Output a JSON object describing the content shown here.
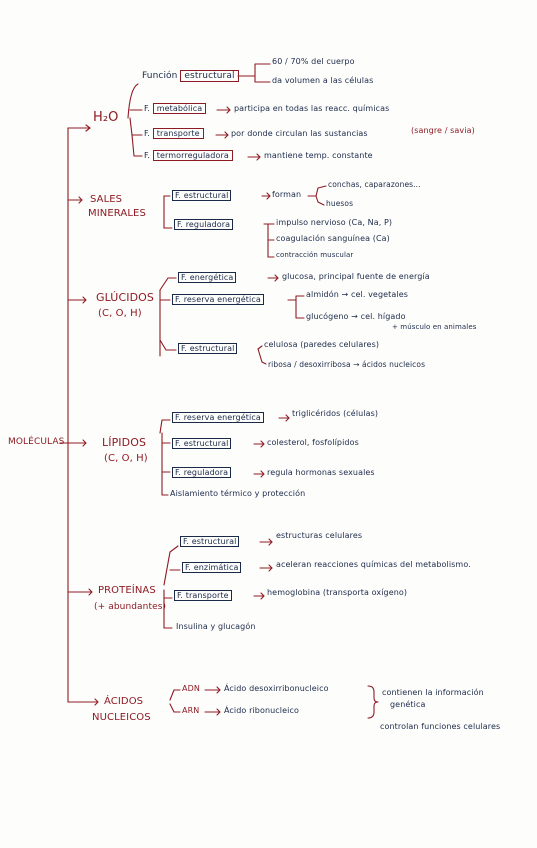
{
  "root": "MOLÉCULAS",
  "h2o": {
    "label": "H₂O",
    "estructural": {
      "prefix": "Función",
      "boxed": "estructural",
      "p1": "60 / 70% del cuerpo",
      "p2": "da volumen a las células"
    },
    "metabolica": {
      "prefix": "F.",
      "boxed": "metabólica",
      "desc": "participa en todas las reacc. químicas"
    },
    "transporte": {
      "prefix": "F.",
      "boxed": "transporte",
      "desc": "por donde circulan las sustancias",
      "extra": "(sangre / savia)"
    },
    "termo": {
      "prefix": "F.",
      "boxed": "termorreguladora",
      "desc": "mantiene temp. constante"
    }
  },
  "sales": {
    "label1": "SALES",
    "label2": "MINERALES",
    "estructural": {
      "label": "F. estructural",
      "arrow": "forman",
      "p1": "conchas, caparazones...",
      "p2": "huesos"
    },
    "reguladora": {
      "label": "F. reguladora",
      "p1": "impulso nervioso (Ca, Na, P)",
      "p2": "coagulación sanguínea (Ca)",
      "p3": "contracción muscular"
    }
  },
  "glucidos": {
    "label1": "GLÚCIDOS",
    "label2": "(C, O, H)",
    "energetica": {
      "label": "F. energética",
      "desc": "glucosa, principal fuente de energía"
    },
    "reserva": {
      "label": "F. reserva energética",
      "p1": "almidón → cel. vegetales",
      "p2": "glucógeno → cel. hígado",
      "p3": "+ músculo en animales"
    },
    "estructural": {
      "label": "F. estructural",
      "p1": "celulosa (paredes celulares)",
      "p2": "ribosa / desoxirribosa → ácidos nucleicos"
    }
  },
  "lipidos": {
    "label1": "LÍPIDOS",
    "label2": "(C, O, H)",
    "reserva": {
      "label": "F. reserva energética",
      "desc": "triglicéridos (células)"
    },
    "estructural": {
      "label": "F. estructural",
      "desc": "colesterol, fosfolípidos"
    },
    "reguladora": {
      "label": "F. reguladora",
      "desc": "regula hormonas sexuales"
    },
    "aislamiento": "Aislamiento térmico y protección"
  },
  "proteinas": {
    "label1": "PROTEÍNAS",
    "label2": "(+ abundantes)",
    "estructural": {
      "label": "F. estructural",
      "desc": "estructuras celulares"
    },
    "enzimatica": {
      "label": "F. enzimática",
      "desc": "aceleran reacciones químicas del metabolismo."
    },
    "transporte": {
      "label": "F. transporte",
      "desc": "hemoglobina (transporta oxígeno)"
    },
    "insulina": "Insulina y glucagón"
  },
  "acidos": {
    "label1": "ÁCIDOS",
    "label2": "NUCLEICOS",
    "adn": {
      "abbr": "ADN",
      "desc": "Ácido desoxirribonucleico"
    },
    "arn": {
      "abbr": "ARN",
      "desc": "Ácido ribonucleico"
    },
    "func1": "contienen la información",
    "func2": "genética",
    "func3": "controlan funciones celulares"
  },
  "colors": {
    "ink_red": "#8e1a24",
    "ink_dark": "#1c2a4a",
    "paper": "#fdfdfb"
  }
}
